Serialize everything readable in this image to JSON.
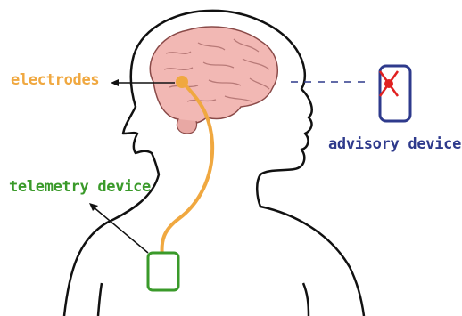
{
  "labels": {
    "electrodes": "electrodes",
    "advisory_device": "advisory device",
    "telemetry_device": "telemetry device"
  },
  "colors": {
    "electrodes": "#f0a840",
    "advisory_device": "#2e3a8c",
    "telemetry_device": "#3a9a2a",
    "brain": "#f2b8b4",
    "brain_lines": "#b87a78",
    "outline": "#111111",
    "warning": "#e02020"
  }
}
